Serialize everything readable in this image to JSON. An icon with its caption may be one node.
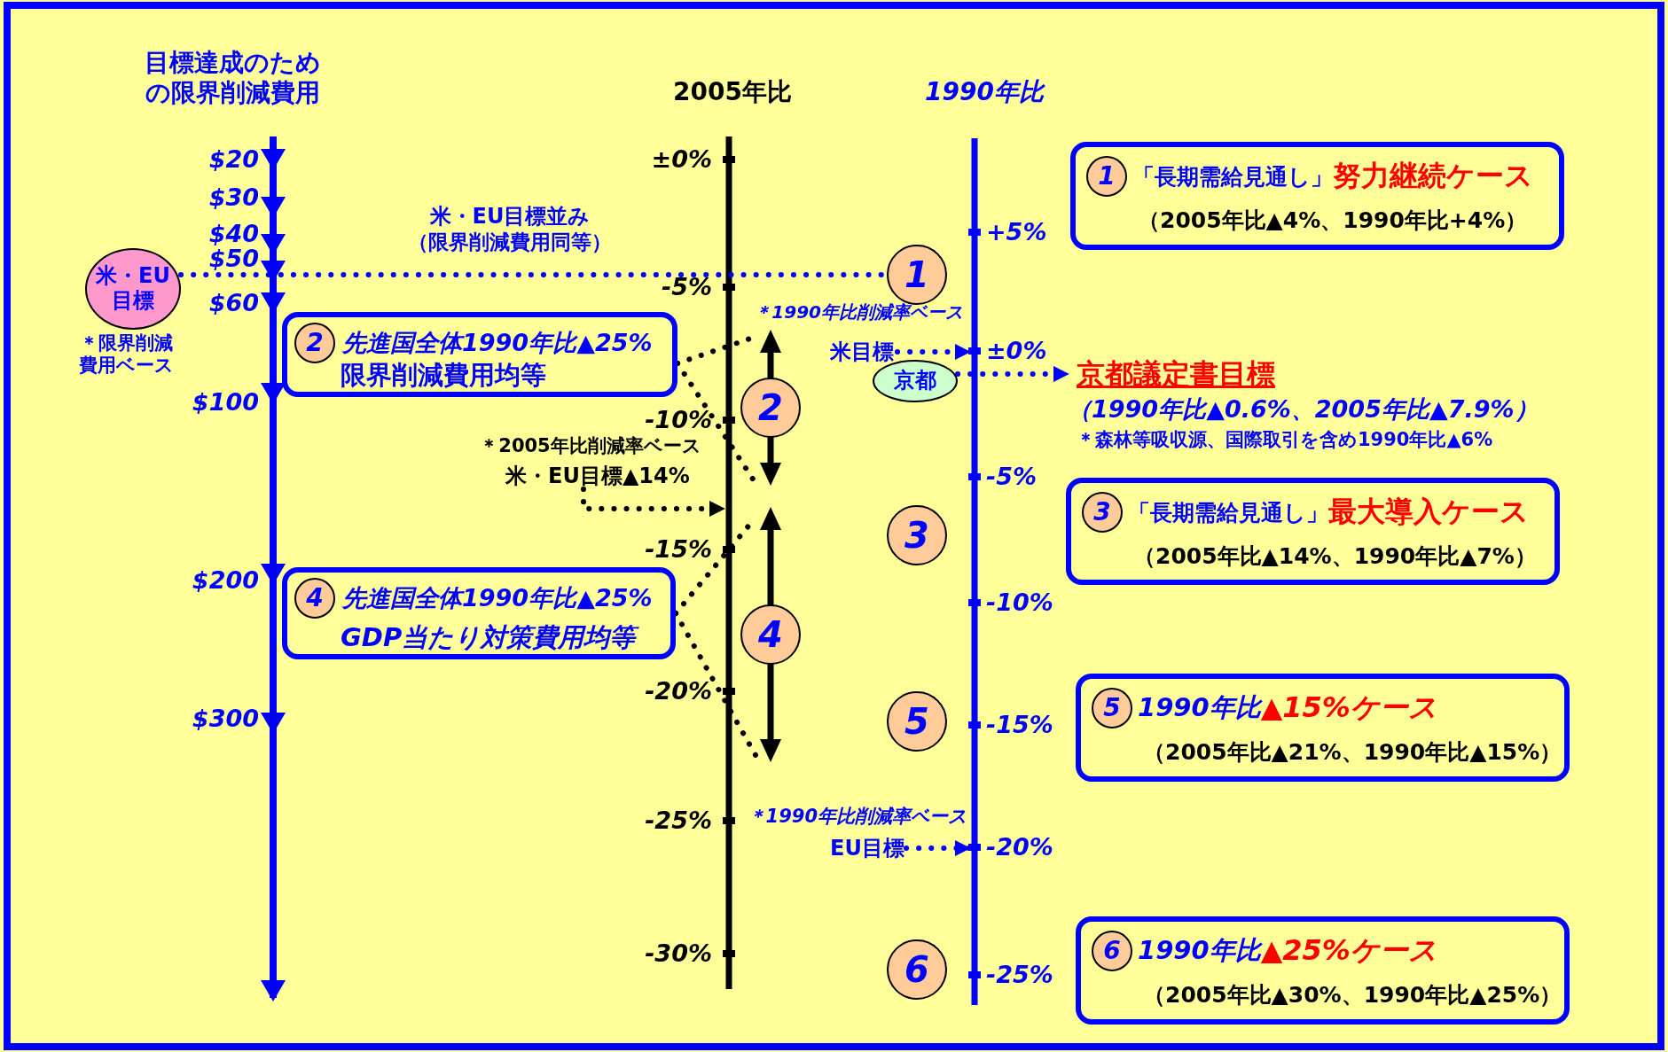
{
  "diagram": {
    "nodes": [
      {
        "text": [
          "米・EU目標"
        ],
        "beside": [
          "＊限界削減費用ベース"
        ]
      },
      {
        "text": [
          "2",
          "先進国全体1990年比▲25%",
          "限界削減費用均等"
        ]
      },
      {
        "text": [
          "4",
          "先進国全体1990年比▲25%",
          "GDP当たり対策費用均等"
        ]
      },
      {
        "text": [
          "1"
        ]
      },
      {
        "text": [
          "2"
        ]
      },
      {
        "text": [
          "4"
        ]
      },
      {
        "text": [
          "3"
        ]
      },
      {
        "text": [
          "5"
        ]
      },
      {
        "text": [
          "6"
        ]
      },
      {
        "text": [
          "京都"
        ]
      },
      {
        "text": [
          "京都議定書目標",
          "（1990年比▲0.6%、2005年比▲7.9%）",
          "＊森林等吸収源、国際取引を含め1990年比▲6%"
        ]
      },
      {
        "text": [
          "1",
          "「長期需給見通し」",
          "努力継続ケース",
          "（2005年比▲4%、1990年比+4%）"
        ]
      },
      {
        "text": [
          "3",
          "「長期需給見通し」",
          "最大導入ケース",
          "（2005年比▲14%、1990年比▲7%）"
        ]
      },
      {
        "text": [
          "5",
          "1990年比",
          "▲15%ケース",
          "（2005年比▲21%、1990年比▲15%）"
        ]
      },
      {
        "text": [
          "6",
          "1990年比",
          "▲25%ケース",
          "（2005年比▲30%、1990年比▲25%）"
        ]
      },
      {
        "text": [
          "米・EU目標▲14%"
        ]
      },
      {
        "text": [
          "米目標"
        ]
      },
      {
        "text": [
          "EU目標"
        ]
      },
      {
        "text": [],
        "shape": "bar"
      },
      {
        "text": [],
        "shape": "bar"
      }
    ],
    "edges": [
      {
        "from": 0,
        "to": 3,
        "arrow": "none",
        "color": "#0000ff"
      },
      {
        "from": 1,
        "to": 4,
        "arrow": "none"
      },
      {
        "from": 1,
        "to": 4,
        "arrow": "none"
      },
      {
        "from": 2,
        "to": 5,
        "arrow": "none"
      },
      {
        "from": 2,
        "to": 5,
        "arrow": "none"
      },
      {
        "from": 15,
        "to": 18,
        "arrow": "to"
      },
      {
        "from": 16,
        "to": 19,
        "arrow": "to",
        "color": "#0000ff"
      },
      {
        "from": 17,
        "to": 19,
        "arrow": "to",
        "color": "#0000ff"
      },
      {
        "from": 9,
        "to": 10,
        "arrow": "to",
        "color": "#0000ff"
      }
    ],
    "labels": [
      "目標達成のための限界削減費用",
      "2005年比",
      "1990年比",
      "米・EU目標並み",
      "（限界削減費用同等）",
      "$20",
      "$30",
      "$40",
      "$50",
      "$60",
      "$100",
      "$200",
      "$300",
      "±0%",
      "-5%",
      "-10%",
      "-15%",
      "-20%",
      "-25%",
      "-30%",
      "+5%",
      "±0%",
      "-5%",
      "-10%",
      "-15%",
      "-20%",
      "-25%",
      "＊2005年比削減率ベース",
      "＊1990年比削減率ベース",
      "＊1990年比削減率ベース"
    ]
  }
}
